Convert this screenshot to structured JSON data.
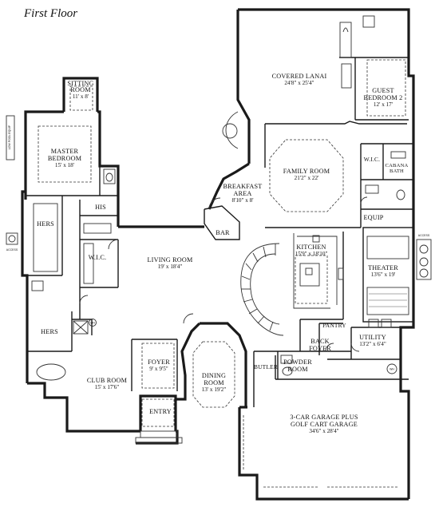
{
  "title": "First Floor",
  "rooms": [
    {
      "id": "covered-lanai",
      "name": "COVERED LANAI",
      "dims": "24'8\" x 25'4\""
    },
    {
      "id": "guest-bedroom-2",
      "name": "GUEST",
      "name2": "BEDROOM 2",
      "dims": "12' x 17'"
    },
    {
      "id": "sitting-room",
      "name": "SITTING",
      "name2": "ROOM",
      "dims": "11' x 8'"
    },
    {
      "id": "master-bedroom",
      "name": "MASTER",
      "name2": "BEDROOM",
      "dims": "15' x 18'"
    },
    {
      "id": "family-room",
      "name": "FAMILY ROOM",
      "dims": "21'2\" x 22'"
    },
    {
      "id": "wic-cabana",
      "name": "W.I.C."
    },
    {
      "id": "cabana-bath",
      "name": "CABANA",
      "name2": "BATH"
    },
    {
      "id": "breakfast-area",
      "name": "BREAKFAST",
      "name2": "AREA",
      "dims": "8'10\" x 8'"
    },
    {
      "id": "his",
      "name": "HIS"
    },
    {
      "id": "hers-closet",
      "name": "HERS"
    },
    {
      "id": "equip",
      "name": "EQUIP"
    },
    {
      "id": "bar",
      "name": "BAR"
    },
    {
      "id": "kitchen",
      "name": "KITCHEN",
      "dims": "15'9\" x 18'10\""
    },
    {
      "id": "wic-master",
      "name": "W.I.C."
    },
    {
      "id": "living-room",
      "name": "LIVING ROOM",
      "dims": "19' x 18'4\""
    },
    {
      "id": "theater",
      "name": "THEATER",
      "dims": "13'6\" x 19'"
    },
    {
      "id": "hers-bath",
      "name": "HERS"
    },
    {
      "id": "pantry",
      "name": "PANTRY"
    },
    {
      "id": "back-foyer",
      "name": "BACK",
      "name2": "FOYER"
    },
    {
      "id": "utility",
      "name": "UTILITY",
      "dims": "13'2\" x 6'4\""
    },
    {
      "id": "foyer",
      "name": "FOYER",
      "dims": "9' x 9'5\""
    },
    {
      "id": "butler",
      "name": "BUTLER"
    },
    {
      "id": "powder-room",
      "name": "POWDER",
      "name2": "ROOM"
    },
    {
      "id": "club-room",
      "name": "CLUB ROOM",
      "dims": "15' x 17'6\""
    },
    {
      "id": "dining-room",
      "name": "DINING",
      "name2": "ROOM",
      "dims": "13' x 19'2\""
    },
    {
      "id": "entry",
      "name": "ENTRY"
    },
    {
      "id": "garage",
      "name": "3-CAR GARAGE PLUS",
      "name2": "GOLF CART GARAGE",
      "dims": "34'6\" x 28'4\""
    }
  ],
  "markers": {
    "wh": "WH"
  },
  "tiny_notes": {
    "pool_equip": "LOW POOL EQUIP",
    "access": "ACCESS",
    "access2": "ACCESS"
  }
}
